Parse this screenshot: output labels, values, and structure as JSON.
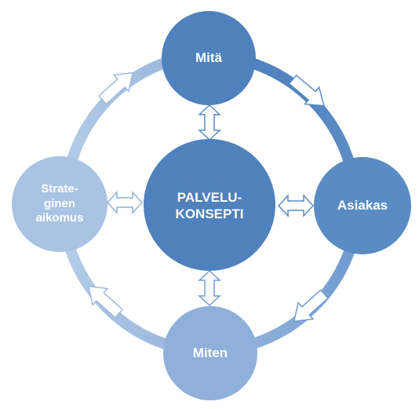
{
  "diagram": {
    "center": {
      "line1": "PALVELU-",
      "line2": "KONSEPTI"
    },
    "nodes": {
      "top": "Mitä",
      "right": "Asiakas",
      "bottom": "Miten",
      "left": {
        "line1": "Strate-",
        "line2": "ginen",
        "line3": "aikomus"
      }
    },
    "colors": {
      "center": "#4f81bd",
      "top": "#4f81bd",
      "right": "#5a8cc4",
      "bottom": "#8eb0d9",
      "left": "#a9c3e2",
      "ring_dark": "#4f81bd",
      "ring_light": "#b4cce8"
    }
  }
}
